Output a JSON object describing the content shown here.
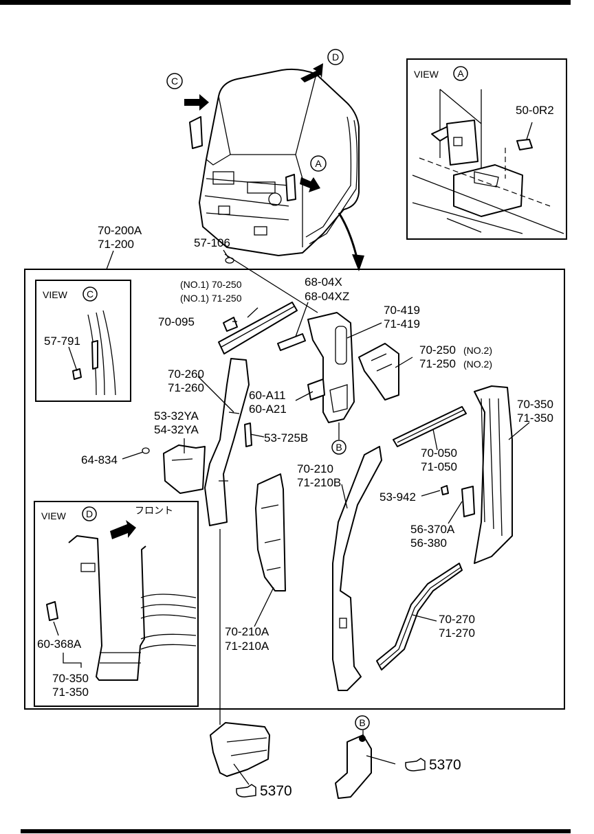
{
  "view_a": {
    "title": "VIEW",
    "ref": "A",
    "part": "50-0R2"
  },
  "view_c": {
    "title": "VIEW",
    "ref": "C",
    "part": "57-791"
  },
  "view_d": {
    "title": "VIEW",
    "ref": "D",
    "front": "フロント",
    "part1": "60-368A",
    "part2": "70-350",
    "part3": "71-350"
  },
  "main": {
    "assy1": "70-200A",
    "assy2": "71-200",
    "p57_106": "57-106",
    "p70_250a": "(NO.1) 70-250",
    "p71_250a": "(NO.1) 71-250",
    "p68_04x": "68-04X",
    "p68_04xz": "68-04XZ",
    "p70_095": "70-095",
    "p70_419": "70-419",
    "p71_419": "71-419",
    "p70_250b": "70-250",
    "p70_250b_no": "(NO.2)",
    "p71_250b": "71-250",
    "p71_250b_no": "(NO.2)",
    "p70_260": "70-260",
    "p71_260": "71-260",
    "p60_a11": "60-A11",
    "p60_a21": "60-A21",
    "p53_32ya": "53-32YA",
    "p54_32ya": "54-32YA",
    "p53_725b": "53-725B",
    "p64_834": "64-834",
    "p70_350": "70-350",
    "p71_350": "71-350",
    "p70_050": "70-050",
    "p71_050": "71-050",
    "p70_210": "70-210",
    "p71_210b": "71-210B",
    "p53_942": "53-942",
    "p56_370a": "56-370A",
    "p56_380": "56-380",
    "p70_270": "70-270",
    "p71_270": "71-270",
    "p70_210a": "70-210A",
    "p71_210a": "71-210A"
  },
  "refs": {
    "a": "A",
    "b": "B",
    "c": "C",
    "d": "D"
  },
  "see_page_1": "5370",
  "see_page_2": "5370"
}
